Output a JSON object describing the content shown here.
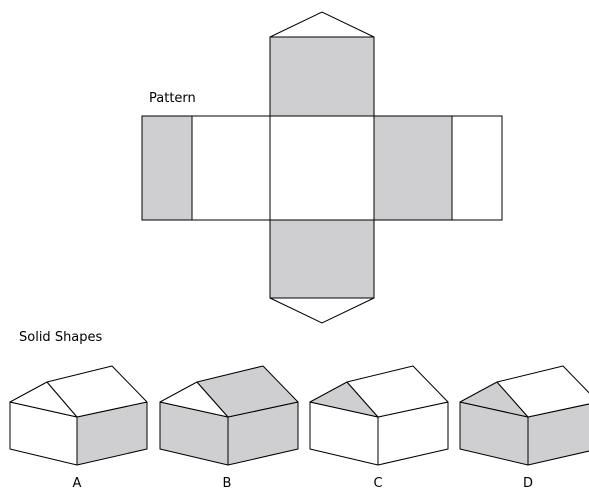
{
  "pattern_label": "Pattern",
  "solids_label": "Solid Shapes",
  "colors": {
    "shaded": "#cfcfd1",
    "plain": "#ffffff",
    "stroke": "#000000"
  },
  "options": [
    {
      "letter": "A",
      "shaded_faces": [
        "front"
      ]
    },
    {
      "letter": "B",
      "shaded_faces": [
        "side",
        "front",
        "roof-back"
      ]
    },
    {
      "letter": "C",
      "shaded_faces": [
        "gable"
      ]
    },
    {
      "letter": "D",
      "shaded_faces": [
        "gable",
        "side",
        "front"
      ]
    }
  ]
}
